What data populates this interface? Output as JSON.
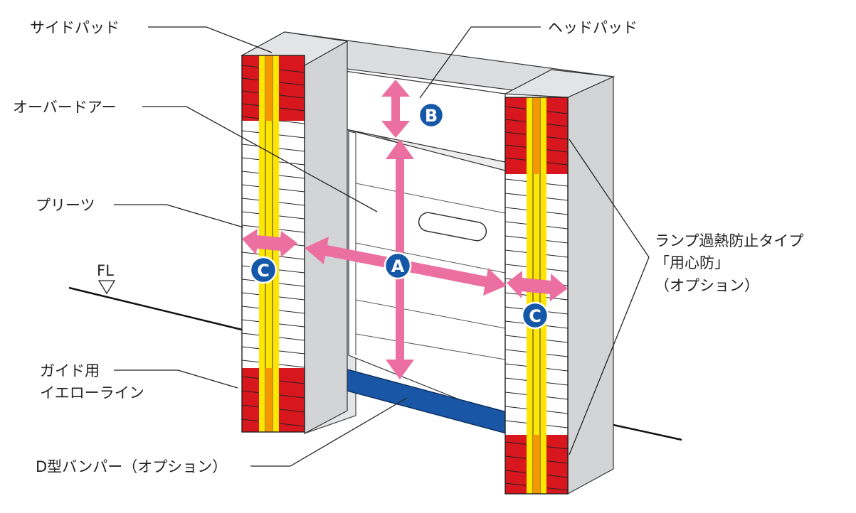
{
  "labels": {
    "side_pad": "サイドパッド",
    "head_pad": "ヘッドパッド",
    "overhead_door": "オーバードアー",
    "pleats": "プリーツ",
    "floor_level": "FL",
    "guide_line_1": "ガイド用",
    "guide_line_2": "イエローライン",
    "lamp_1": "ランプ過熱防止タイプ",
    "lamp_2": "「用心防」",
    "lamp_3": "（オプション）",
    "bumper": "D型バンパー（オプション）"
  },
  "badges": {
    "a": "A",
    "b": "B",
    "c": "C"
  },
  "colors": {
    "pad_face": "#e6e6e8",
    "pad_side": "#d3d4d6",
    "red_band": "#d8161d",
    "yellow_line": "#ffe600",
    "orange_line": "#f39800",
    "arrow_pink": "#ec6fa1",
    "badge_blue": "#1558a8",
    "bumper_blue": "#1a56a6"
  }
}
